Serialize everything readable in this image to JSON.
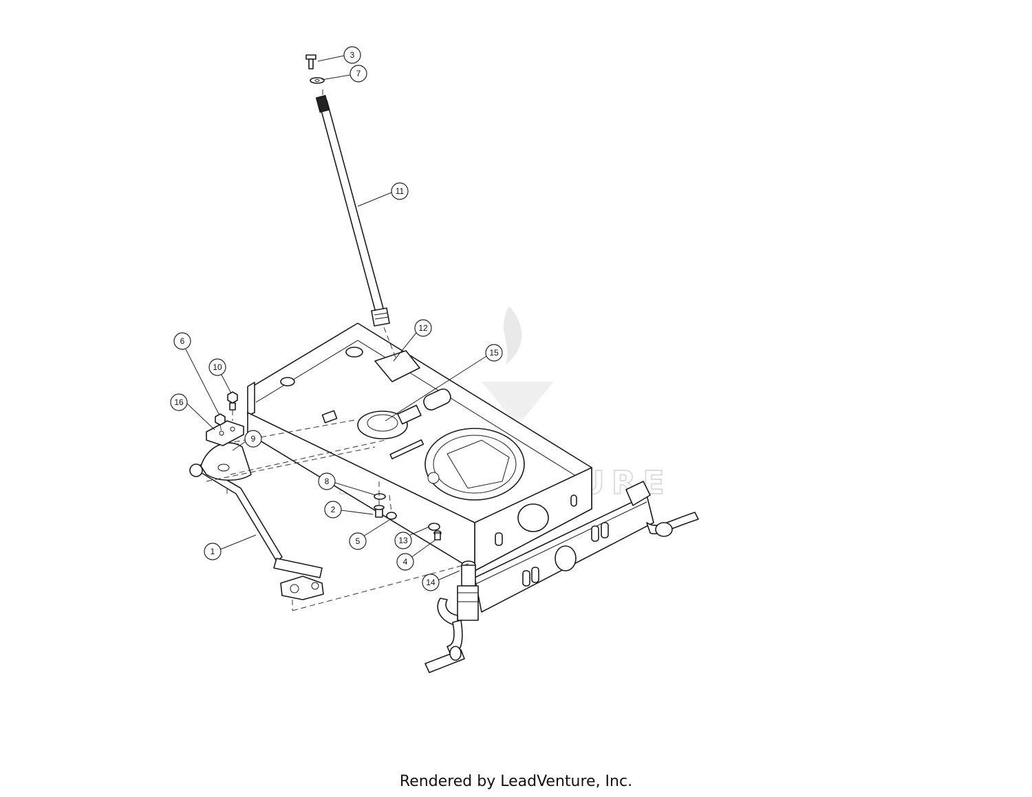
{
  "footer": {
    "credit": "Rendered by LeadVenture, Inc."
  },
  "watermark": {
    "text": "LEADVENTURE"
  },
  "callouts": [
    {
      "label": "1"
    },
    {
      "label": "2"
    },
    {
      "label": "3"
    },
    {
      "label": "4"
    },
    {
      "label": "5"
    },
    {
      "label": "6"
    },
    {
      "label": "7"
    },
    {
      "label": "8"
    },
    {
      "label": "9"
    },
    {
      "label": "10"
    },
    {
      "label": "11"
    },
    {
      "label": "12"
    },
    {
      "label": "13"
    },
    {
      "label": "14"
    },
    {
      "label": "15"
    },
    {
      "label": "16"
    }
  ]
}
